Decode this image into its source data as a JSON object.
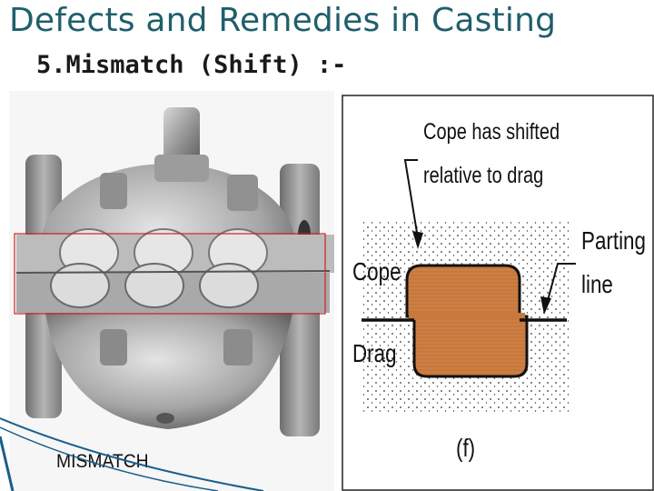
{
  "slide": {
    "title": "Defects and Remedies in Casting",
    "subtitle": "5.Mismatch  (Shift) :-"
  },
  "photo": {
    "label": "MISMATCH"
  },
  "diagram": {
    "annotation_line1": "Cope has shifted",
    "annotation_line2": "relative to drag",
    "cope_label": "Cope",
    "drag_label": "Drag",
    "parting_line1": "Parting",
    "parting_line2": "line",
    "figure_tag": "(f)"
  },
  "colors": {
    "title": "#1f5f6b",
    "casting_fill": "#c8783c",
    "highlight_box": "#cc2222",
    "accent": "#1a5e8c"
  }
}
